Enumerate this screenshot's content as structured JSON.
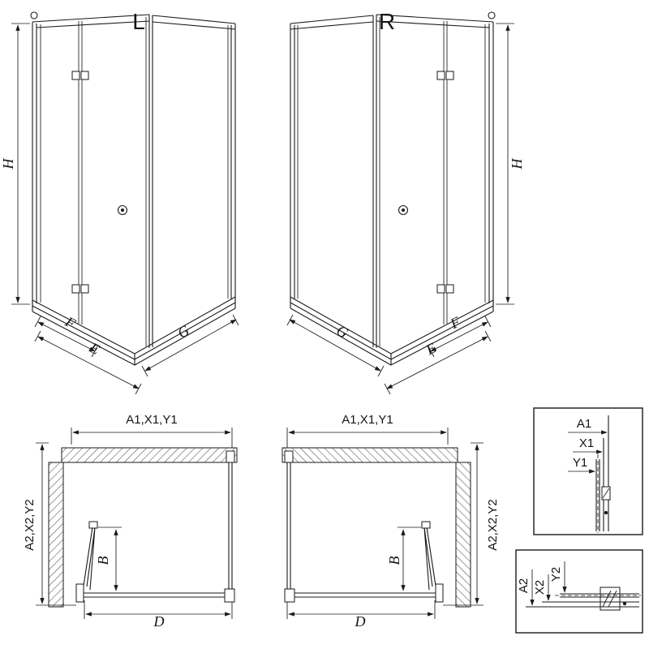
{
  "views": {
    "top_left": {
      "label": "L",
      "dim_h": "H",
      "dim_f": "F",
      "dim_e": "E",
      "dim_g": "G"
    },
    "top_right": {
      "label": "R",
      "dim_h": "H",
      "dim_f": "F",
      "dim_e": "E",
      "dim_g": "G"
    },
    "plan_left": {
      "dim_width_top": "A1,X1,Y1",
      "dim_depth_side": "A2,X2,Y2",
      "dim_door_b": "B",
      "dim_width_bottom": "D"
    },
    "plan_right": {
      "dim_width_top": "A1,X1,Y1",
      "dim_depth_side": "A2,X2,Y2",
      "dim_door_b": "B",
      "dim_width_bottom": "D"
    },
    "detail_top": {
      "dim_a": "A1",
      "dim_x": "X1",
      "dim_y": "Y1"
    },
    "detail_bottom": {
      "dim_a": "A2",
      "dim_x": "X2",
      "dim_y": "Y2"
    }
  },
  "colors": {
    "line": "#1a1a1a",
    "hatch": "#4a4a4a",
    "background": "#ffffff"
  }
}
